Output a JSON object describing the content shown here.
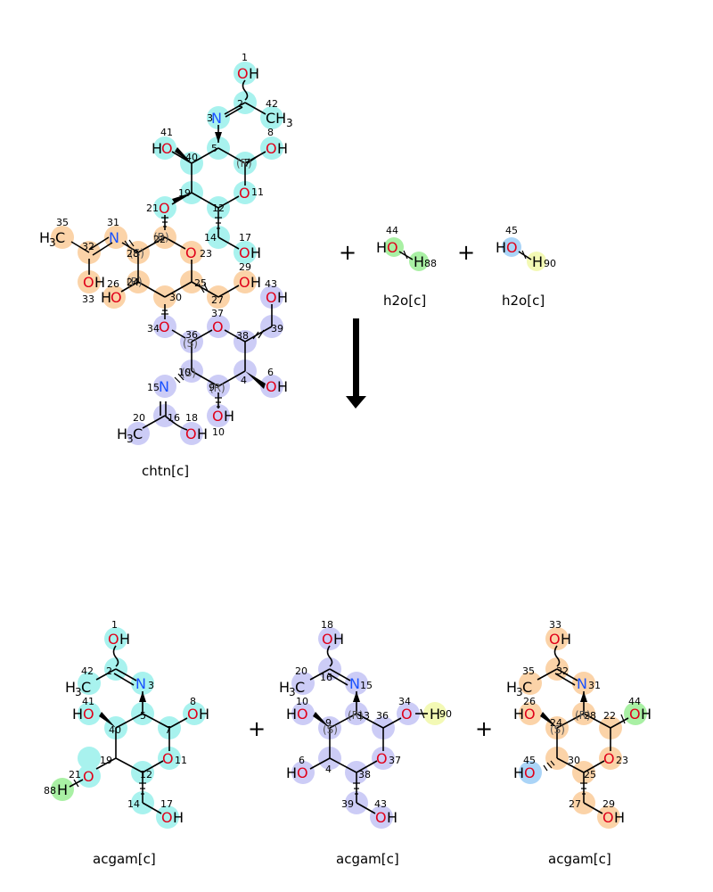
{
  "reaction": {
    "reactants": [
      {
        "name": "chtn[c]"
      },
      {
        "name": "h2o[c]",
        "atom_indices": [
          "44",
          "88"
        ]
      },
      {
        "name": "h2o[c]",
        "atom_indices": [
          "45",
          "90"
        ]
      }
    ],
    "products": [
      {
        "name": "acgam[c]"
      },
      {
        "name": "acgam[c]"
      },
      {
        "name": "acgam[c]"
      }
    ],
    "plus_sign": "+",
    "arrow_direction": "down"
  },
  "colors": {
    "highlight_cyan": "#a8f2ee",
    "highlight_orange": "#fbd3a8",
    "highlight_lavender": "#ccccf6",
    "highlight_green": "#a9f0a4",
    "highlight_yellow": "#f3f9b5",
    "highlight_blue": "#aad4f7",
    "oxygen": "#e0001a",
    "nitrogen": "#1a52ff",
    "bond": "#000000"
  }
}
